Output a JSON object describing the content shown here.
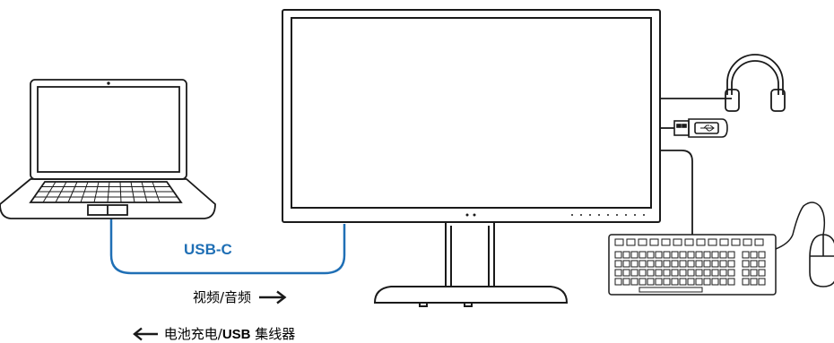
{
  "colors": {
    "accent": "#1f6fb5",
    "line": "#1a1a1a",
    "background": "#ffffff"
  },
  "labels": {
    "cable": "USB-C",
    "video_audio": "视频/音频",
    "charging_hub_prefix": "电池充电/",
    "charging_hub_usb": "USB",
    "charging_hub_suffix": " 集线器"
  },
  "icons": [
    "laptop-icon",
    "monitor-icon",
    "headphones-icon",
    "usb-drive-icon",
    "keyboard-icon",
    "mouse-icon",
    "arrow-right-icon",
    "arrow-left-icon"
  ]
}
